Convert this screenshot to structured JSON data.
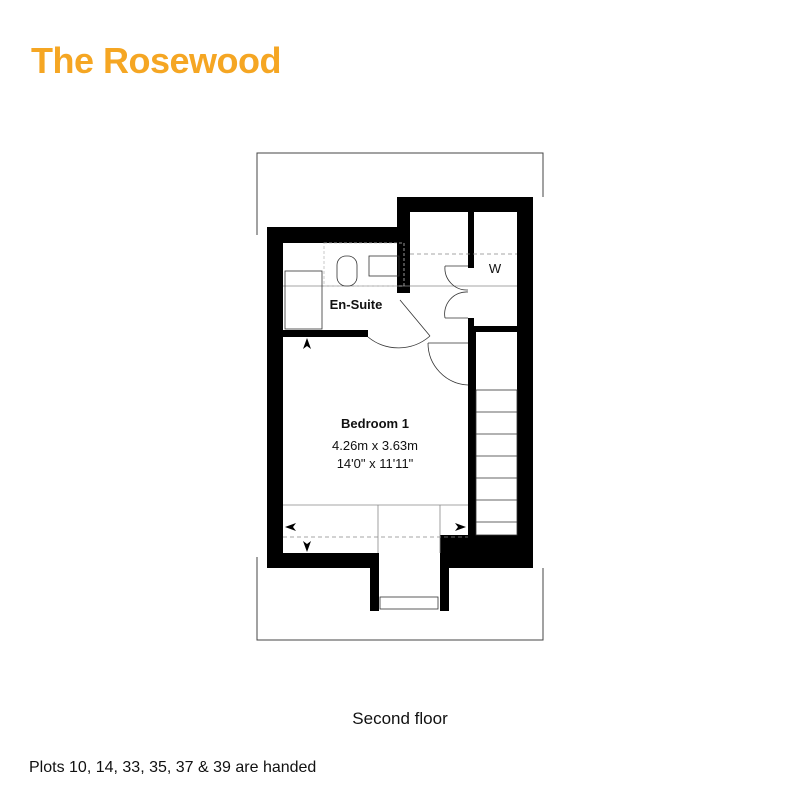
{
  "title": "The Rosewood",
  "rooms": {
    "en_suite": "En-Suite",
    "wardrobe": "W",
    "bedroom": {
      "name": "Bedroom 1",
      "metric": "4.26m x 3.63m",
      "imperial": "14'0\" x 11'11\""
    }
  },
  "floor_label": "Second floor",
  "note": "Plots 10, 14, 33, 35, 37 & 39 are handed",
  "colors": {
    "accent": "#f5a623",
    "walls": "#000000"
  }
}
